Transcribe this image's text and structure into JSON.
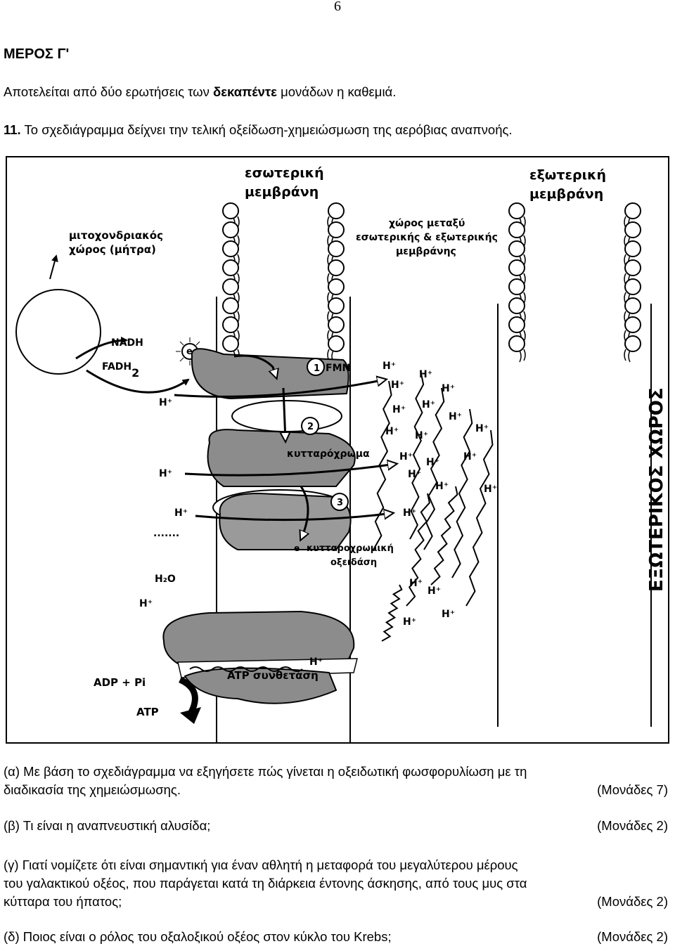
{
  "page_number": "6",
  "section_title": "ΜΕΡΟΣ Γ'",
  "intro": {
    "pre": "Αποτελείται από δύο ερωτήσεις των ",
    "bold": "δεκαπέντε",
    "post": " μονάδων η καθεμιά."
  },
  "question": {
    "number": "11.",
    "text": " Το σχεδιάγραμμα δείχνει την τελική οξείδωση-χημειώσμωση της αερόβιας αναπνοής."
  },
  "diagram": {
    "labels": {
      "inner_membrane": [
        "εσωτερική",
        "μεμβράνη"
      ],
      "outer_membrane": [
        "εξωτερική",
        "μεμβράνη"
      ],
      "matrix": [
        "μιτοχονδριακός",
        "χώρος (μήτρα)"
      ],
      "intermembrane": [
        "χώρος μεταξύ",
        "εσωτερικής & εξωτερικής",
        "μεμβράνης"
      ],
      "external": "ΕΞΩΤΕΡΙΚΟΣ ΧΩΡΟΣ",
      "nadh": "NADH",
      "fadh2": "FADH",
      "fadh2_sub": "2",
      "electron": "e",
      "fmn": "FMN",
      "cytochrome": "κυτταρόχρωμα",
      "cyt_oxidase": [
        "κυτταροχρωμική",
        "οξειδάση"
      ],
      "h2o": "H₂O",
      "dots": ".......",
      "adp_pi": "ADP + Pi",
      "atp": "ATP",
      "atp_synthase": "ATP  συνθετάση",
      "proton": "H⁺",
      "n1": "1",
      "n2": "2",
      "n3": "3"
    }
  },
  "parts": {
    "a": {
      "line1": "(α) Με βάση το σχεδιάγραμμα να εξηγήσετε πώς γίνεται η οξειδωτική φωσφορυλίωση με τη",
      "line2": "διαδικασία της χημειώσμωσης.",
      "marks": "(Μονάδες 7)"
    },
    "b": {
      "text": "(β) Τι είναι η αναπνευστική αλυσίδα;",
      "marks": "(Μονάδες 2)"
    },
    "c": {
      "line1": "(γ) Γιατί νομίζετε ότι είναι σημαντική για έναν αθλητή η μεταφορά του μεγαλύτερου μέρους",
      "line2": "του γαλακτικού οξέος, που παράγεται κατά τη διάρκεια έντονης άσκησης, από τους μυς στα",
      "line3": "κύτταρα του ήπατος;",
      "marks": "(Μονάδες 2)"
    },
    "d": {
      "text": "(δ) Ποιος είναι ο ρόλος του οξαλοξικού οξέος στον κύκλο του Krebs;",
      "marks": "(Μονάδες 2)"
    }
  }
}
